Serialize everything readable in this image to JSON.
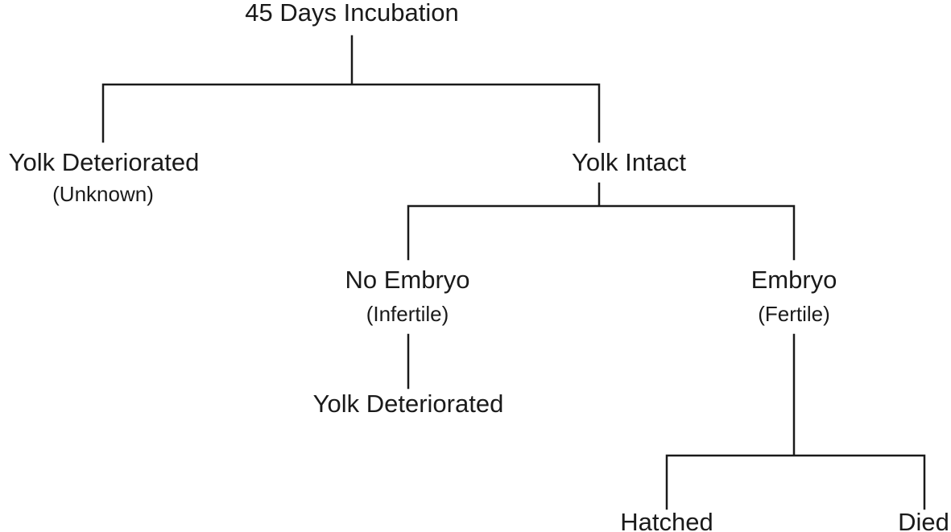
{
  "diagram": {
    "root": {
      "label": "45 Days Incubation"
    },
    "yolk_deteriorated_unknown": {
      "label": "Yolk Deteriorated",
      "sublabel": "(Unknown)"
    },
    "yolk_intact": {
      "label": "Yolk Intact"
    },
    "no_embryo": {
      "label": "No Embryo",
      "sublabel": "(Infertile)"
    },
    "embryo": {
      "label": "Embryo",
      "sublabel": "(Fertile)"
    },
    "yolk_deteriorated_infertile": {
      "label": "Yolk Deteriorated"
    },
    "hatched": {
      "label": "Hatched"
    },
    "died": {
      "label": "Died"
    }
  }
}
